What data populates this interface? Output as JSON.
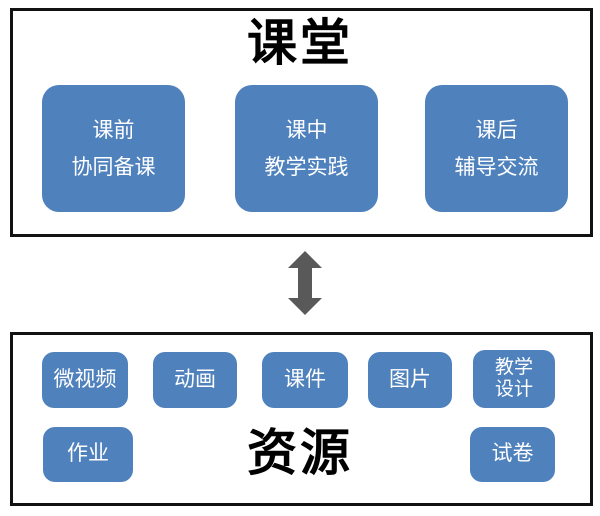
{
  "colors": {
    "node_blue": "#4f81bd",
    "node_text": "#ffffff",
    "arrow_gray": "#595959",
    "frame_border": "#121212",
    "title_text": "#000000",
    "canvas_bg": "#ffffff"
  },
  "classroom": {
    "title": "课堂",
    "nodes": [
      {
        "line1": "课前",
        "line2": "协同备课"
      },
      {
        "line1": "课中",
        "line2": "教学实践"
      },
      {
        "line1": "课后",
        "line2": "辅导交流"
      }
    ]
  },
  "connector": {
    "icon": "vertical-double-arrow"
  },
  "resources": {
    "title": "资源",
    "nodes_row1": [
      {
        "label": "微视频"
      },
      {
        "label": "动画"
      },
      {
        "label": "课件"
      },
      {
        "label": "图片"
      },
      {
        "line1": "教学",
        "line2": "设计"
      }
    ],
    "nodes_row2": [
      {
        "label": "作业"
      },
      {
        "label": "试卷"
      }
    ]
  }
}
